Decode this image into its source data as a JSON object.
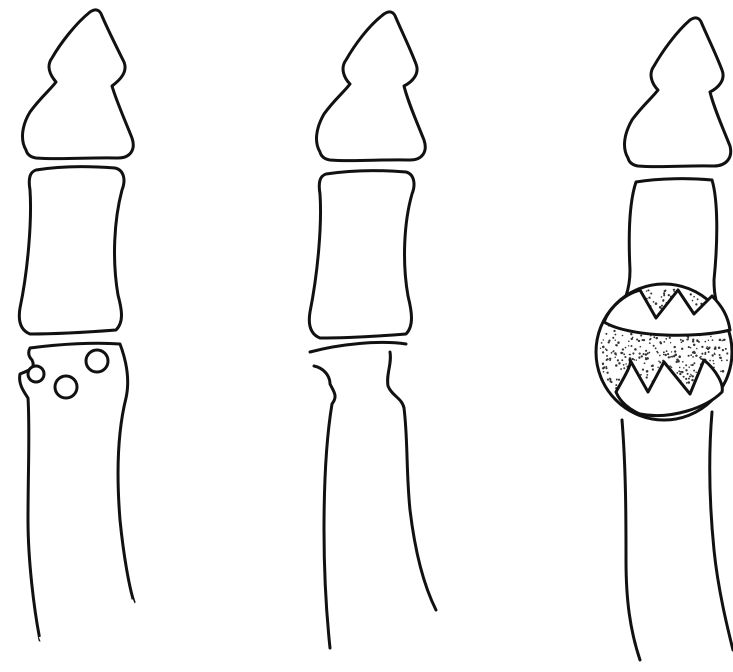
{
  "figure": {
    "panels": [
      {
        "id": "left",
        "depicts": "finger-bones-with-subchondral-cysts"
      },
      {
        "id": "middle",
        "depicts": "finger-bones-with-joint-space-narrowing"
      },
      {
        "id": "right",
        "depicts": "finger-bones-with-swelling-and-erosions"
      }
    ],
    "colors": {
      "stroke": "#111111",
      "background": "#ffffff",
      "stipple": "#333333"
    }
  }
}
